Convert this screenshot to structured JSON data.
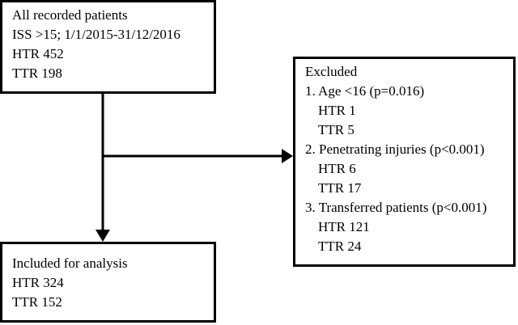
{
  "start_box": {
    "lines": [
      "All recorded patients",
      "ISS >15; 1/1/2015-31/12/2016",
      "HTR 452",
      "TTR 198"
    ]
  },
  "excluded_box": {
    "title": "Excluded",
    "groups": [
      {
        "label": "1. Age <16 (p=0.016)",
        "htr": "HTR 1",
        "ttr": "TTR 5"
      },
      {
        "label": "2. Penetrating injuries (p<0.001)",
        "htr": "HTR 6",
        "ttr": "TTR 17"
      },
      {
        "label": "3. Transferred patients (p<0.001)",
        "htr": "HTR 121",
        "ttr": "TTR 24"
      }
    ]
  },
  "included_box": {
    "lines": [
      "Included for analysis",
      "HTR 324",
      "TTR 152"
    ]
  },
  "colors": {
    "stroke": "#000000",
    "background": "#ffffff"
  }
}
